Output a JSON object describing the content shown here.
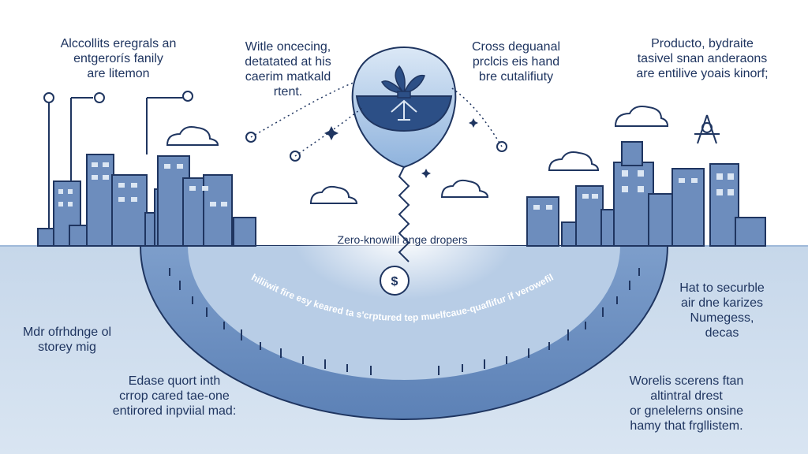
{
  "texts": {
    "top_left": [
      "Alccollits eregrals an",
      "entgerorís fanily",
      "are litemon"
    ],
    "top_center_left": [
      "Witle oncecing,",
      "detatated at his",
      "caerim matkald",
      "rtent."
    ],
    "top_center_right": [
      "Cross deguanal",
      "prclcis eis hand",
      "bre cutalifiuty"
    ],
    "top_right": [
      "Producto, bydraite",
      "tasivel snan anderaons",
      "are entilive yoais kinorf;"
    ],
    "mid_left": [
      "Mdr ofrhdnge ol",
      "storey mig"
    ],
    "mid_right": [
      "Hat to securble",
      "air dne karizes",
      "Numegess,",
      "decas"
    ],
    "bottom_left": [
      "Edase quort inth",
      "crrop cared tae-one",
      "entirored inpviial mad:"
    ],
    "bottom_right": [
      "Worelis scerens ftan",
      "altintral drest",
      "or gnelelerns onsine",
      "hamy that frgllistem."
    ],
    "center_label": "Zero-knowilli ange dropers",
    "arc_caption": "hiliiwit fire esy keared ta s'crptured tep muelfcaue-quaflifur if verowefil",
    "coin_symbol": "$"
  },
  "colors": {
    "stroke": "#1f3560",
    "building_fill": "#6d8dbd",
    "water_top": "#b9cfe6",
    "water_bottom": "#6f93c4",
    "arc_fill": "#6f93c4",
    "balloon": "#9ebfe3",
    "background": "#ffffff"
  },
  "icons": [
    "clock-icon",
    "cloud-icon",
    "plant-icon",
    "balance-scale-icon",
    "dollar-coin-icon",
    "sparkle-icon",
    "compass-icon"
  ]
}
